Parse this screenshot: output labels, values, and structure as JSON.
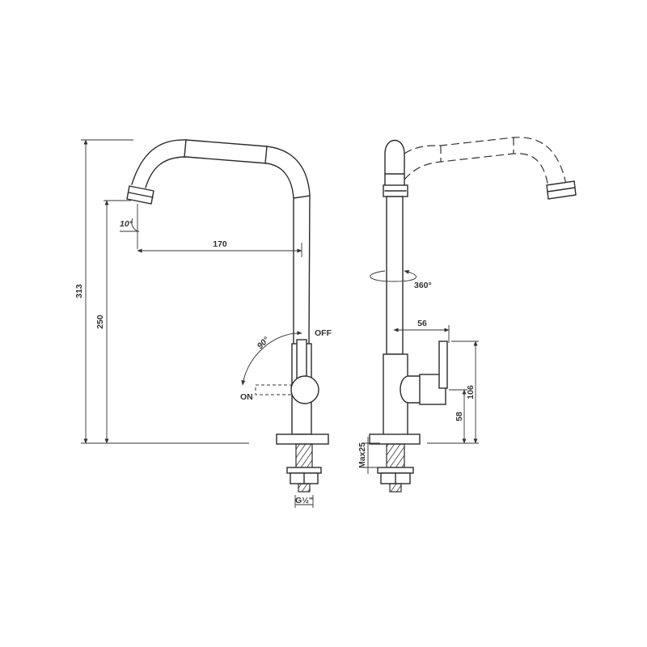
{
  "left_view": {
    "overall_height": "313",
    "spout_height": "250",
    "reach": "170",
    "tilt_angle": "10°",
    "lever_angle": "90°",
    "off_label": "OFF",
    "on_label": "ON",
    "thread_label": "G½\""
  },
  "right_view": {
    "rotation": "360°",
    "handle_offset": "56",
    "body_height": "106",
    "handle_height": "58",
    "max_thickness": "Max25"
  }
}
